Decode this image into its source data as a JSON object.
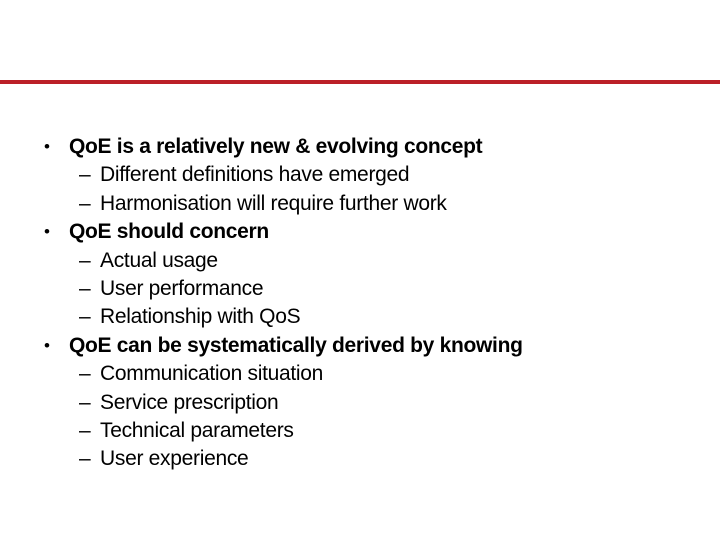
{
  "slide": {
    "accent_color": "#bb2027",
    "text_color": "#000000",
    "markers": {
      "level1": "•",
      "level2": "–"
    },
    "bullets": [
      {
        "level": 1,
        "text": "QoE is a relatively new & evolving concept"
      },
      {
        "level": 2,
        "text": "Different definitions have emerged"
      },
      {
        "level": 2,
        "text": "Harmonisation will require further work"
      },
      {
        "level": 1,
        "text": "QoE should concern"
      },
      {
        "level": 2,
        "text": "Actual usage"
      },
      {
        "level": 2,
        "text": "User performance"
      },
      {
        "level": 2,
        "text": "Relationship with QoS"
      },
      {
        "level": 1,
        "text": "QoE can be systematically derived by knowing"
      },
      {
        "level": 2,
        "text": "Communication situation"
      },
      {
        "level": 2,
        "text": "Service prescription"
      },
      {
        "level": 2,
        "text": "Technical parameters"
      },
      {
        "level": 2,
        "text": "User experience"
      }
    ]
  }
}
